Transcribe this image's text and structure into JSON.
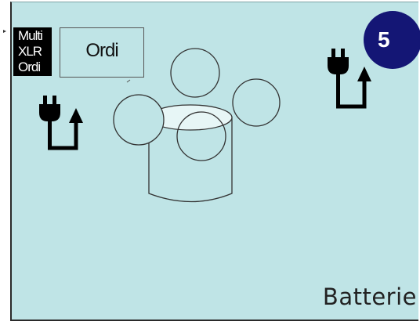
{
  "mode_labels": [
    "Multi",
    "XLR",
    "Ordi"
  ],
  "source_label": "Ordi",
  "step_number": "5",
  "caption": "Batterie",
  "icons": {
    "left_power": "plug-icon",
    "left_arrow": "return-arrow-icon",
    "right_power": "plug-icon",
    "right_arrow": "return-arrow-icon"
  },
  "colors": {
    "background": "#bfe4e6",
    "badge": "#141675",
    "label_bg": "#000000",
    "ink": "#000000"
  }
}
